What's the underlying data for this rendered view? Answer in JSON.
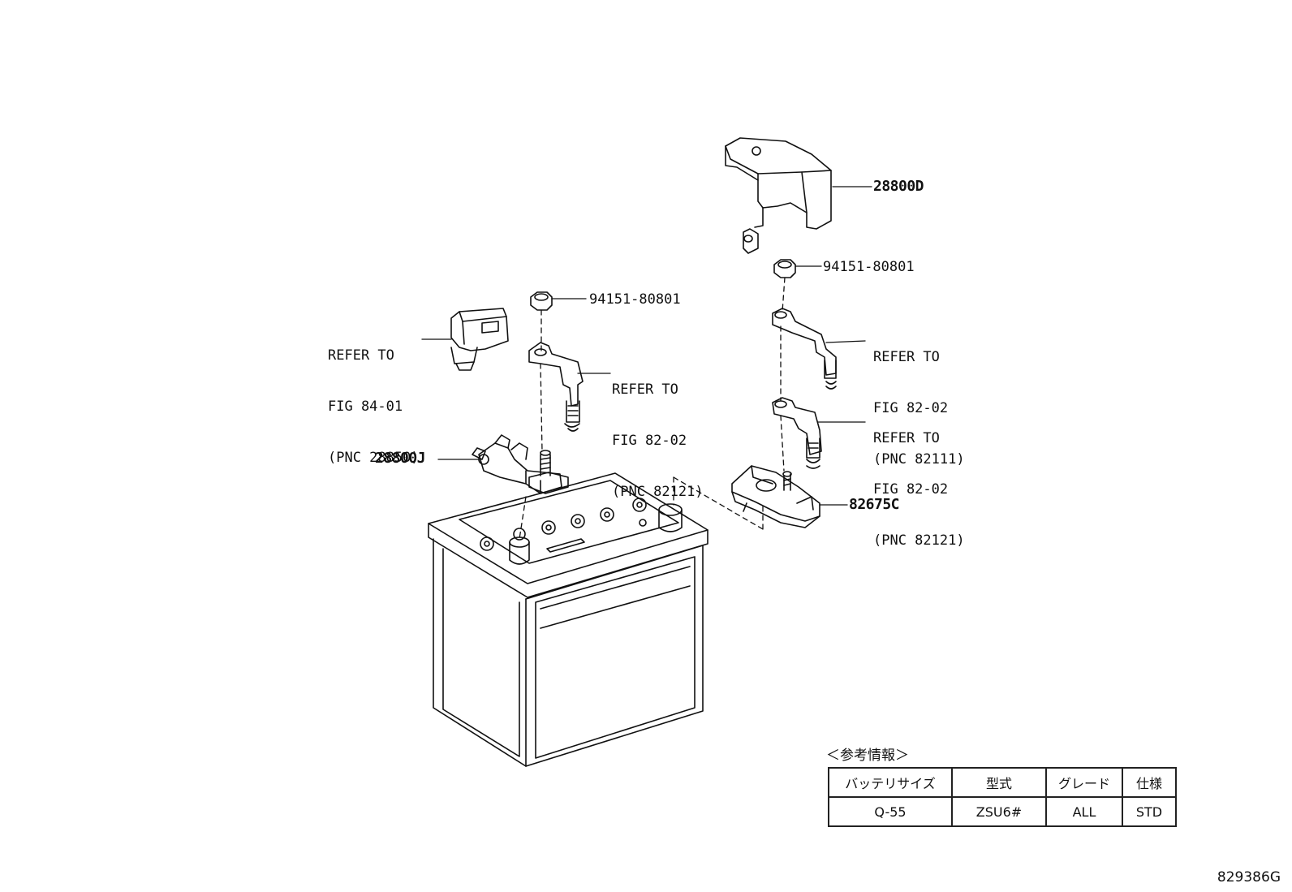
{
  "labels": {
    "p28800d": "28800D",
    "nut_right": "94151-80801",
    "nut_left": "94151-80801",
    "p28800j": "28800J",
    "p82675c": "82675C",
    "ref_8401": [
      "REFER TO",
      "FIG 84-01",
      "(PNC 28850)"
    ],
    "ref_8202_left": [
      "REFER TO",
      "FIG 82-02",
      "(PNC 82121)"
    ],
    "ref_8202_r1": [
      "REFER TO",
      "FIG 82-02",
      "(PNC 82111)"
    ],
    "ref_8202_r2": [
      "REFER TO",
      "FIG 82-02",
      "(PNC 82121)"
    ]
  },
  "reference_info": {
    "title": "＜参考情報＞",
    "headers": [
      "バッテリサイズ",
      "型式",
      "グレード",
      "仕様"
    ],
    "row": [
      "Q-55",
      "ZSU6#",
      "ALL",
      "STD"
    ]
  },
  "figure_code": "829386G"
}
